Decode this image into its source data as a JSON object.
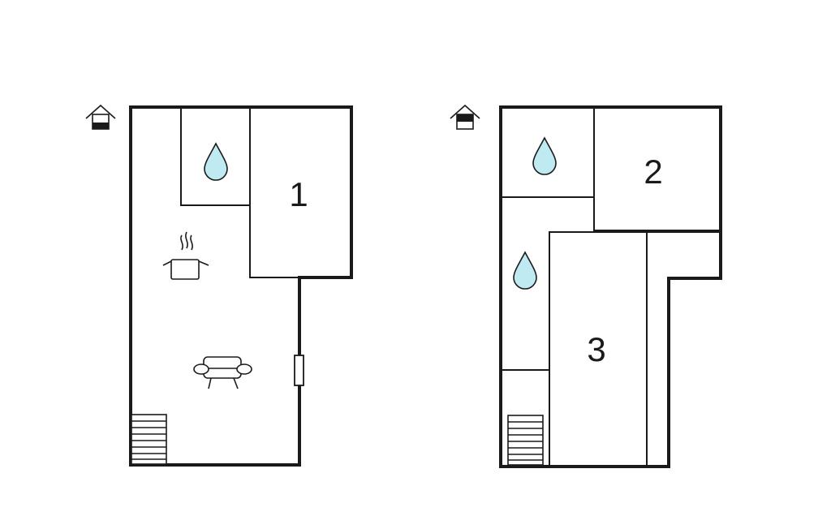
{
  "floors": [
    {
      "name": "ground-floor",
      "rooms": [
        {
          "label": "1"
        }
      ],
      "icons": [
        "level-indicator-icon",
        "water-drop-icon",
        "cooking-pot-icon",
        "sofa-icon",
        "stairs-icon",
        "door-icon"
      ]
    },
    {
      "name": "upper-floor",
      "rooms": [
        {
          "label": "2"
        },
        {
          "label": "3"
        }
      ],
      "icons": [
        "level-indicator-icon",
        "water-drop-icon",
        "water-drop-icon",
        "stairs-icon"
      ]
    }
  ],
  "colors": {
    "wall": "#1a1a1a",
    "water": "#bfeaf2",
    "background": "#ffffff"
  }
}
